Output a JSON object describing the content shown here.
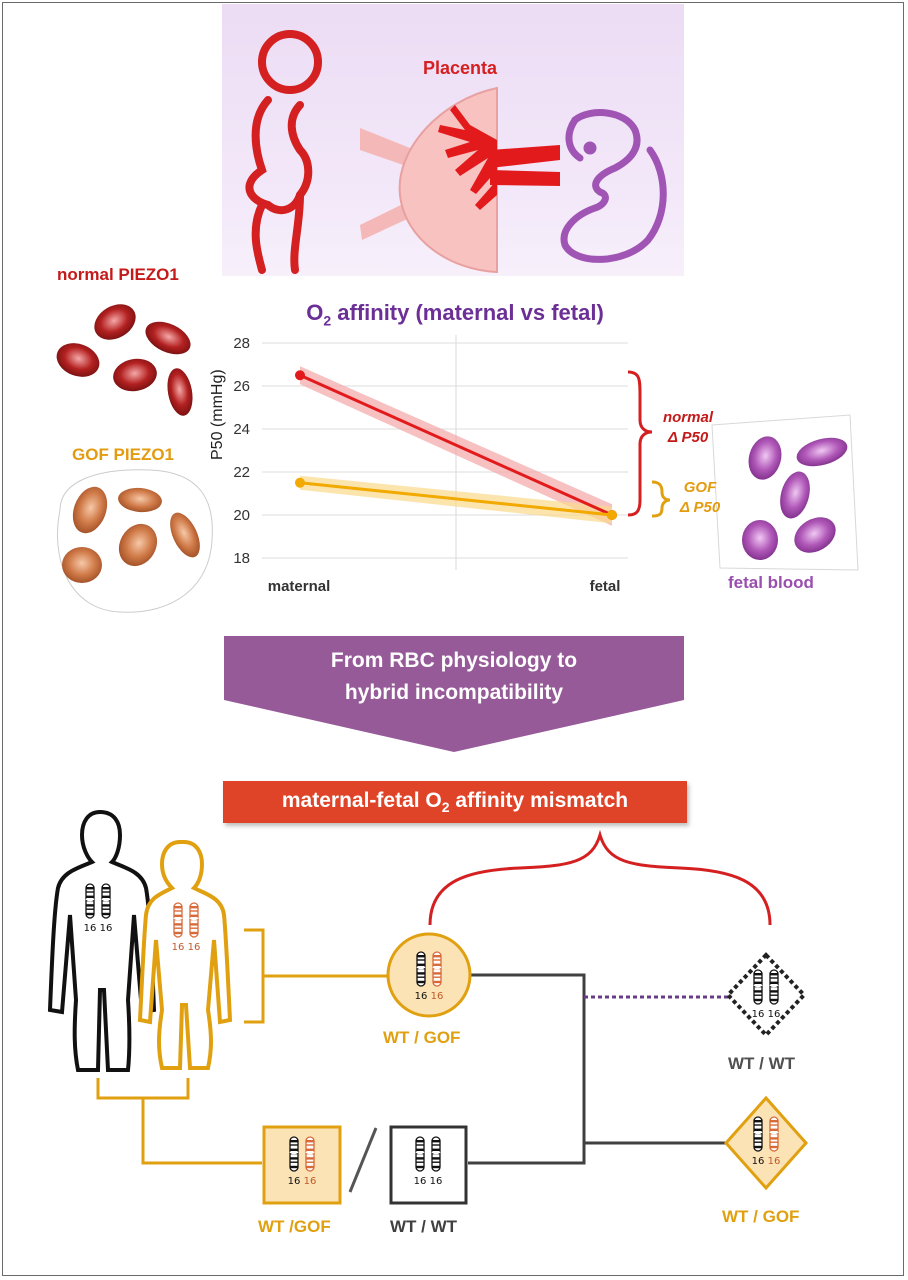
{
  "placenta_label": "Placenta",
  "normal_piezo_label": "normal PIEZO1",
  "gof_piezo_label": "GOF PIEZO1",
  "fetal_blood_label": "fetal blood",
  "chart_data": {
    "type": "line",
    "title_main": "O",
    "title_sub": "2",
    "title_rest": " affinity (maternal vs fetal)",
    "ylabel": "P50 (mmHg)",
    "categories": [
      "maternal",
      "fetal"
    ],
    "ylim": [
      18,
      28
    ],
    "yticks": [
      "18",
      "20",
      "22",
      "24",
      "26",
      "28"
    ],
    "grid": true,
    "series": [
      {
        "values": [
          26.5,
          20
        ],
        "color": "#e31a1c",
        "band_color": "#f4a6a6"
      },
      {
        "values": [
          21.5,
          20
        ],
        "color": "#f2a900",
        "band_color": "#fbd98a"
      }
    ],
    "annotations": {
      "normal_line1": "normal",
      "normal_line2": "Δ P50",
      "gof_line1": "GOF",
      "gof_line2": "Δ P50"
    }
  },
  "banner": {
    "line1": "From RBC physiology to",
    "line2": "hybrid incompatibility"
  },
  "mismatch": {
    "main": "maternal-fetal O",
    "sub": "2",
    "rest": " affinity mismatch"
  },
  "chromosome_label": "16",
  "genotypes": {
    "hybrid_female": "WT / GOF",
    "offspring_wt": "WT / WT",
    "offspring_gof": "WT / GOF",
    "parent_gof": "WT /GOF",
    "parent_wt": "WT / WT"
  },
  "colors": {
    "red": "#d42020",
    "gold": "#e0a010",
    "purple": "#8a4f98",
    "orange_red": "#e04428"
  }
}
